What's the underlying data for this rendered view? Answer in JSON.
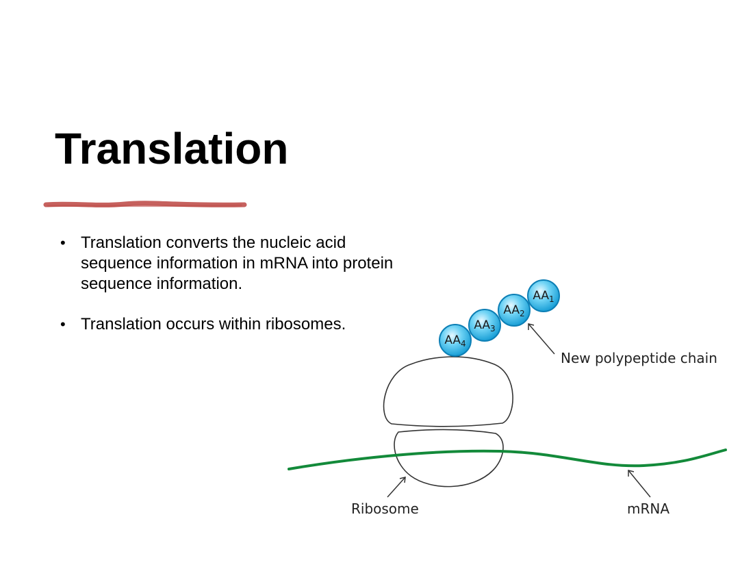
{
  "slide": {
    "title": "Translation",
    "bullets": [
      "Translation converts the nucleic acid sequence information in mRNA into protein sequence information.",
      "Translation occurs within ribosomes."
    ]
  },
  "diagram": {
    "amino_acids": [
      {
        "base": "AA",
        "sub": "1"
      },
      {
        "base": "AA",
        "sub": "2"
      },
      {
        "base": "AA",
        "sub": "3"
      },
      {
        "base": "AA",
        "sub": "4"
      }
    ],
    "labels": {
      "polypeptide": "New polypeptide chain",
      "ribosome": "Ribosome",
      "mrna": "mRNA"
    },
    "colors": {
      "accent_underline": "#c0504d",
      "mrna_strand": "#138a3a",
      "amino_acid_fill": "#29b6e6",
      "amino_acid_stroke": "#0d7fb5"
    }
  }
}
